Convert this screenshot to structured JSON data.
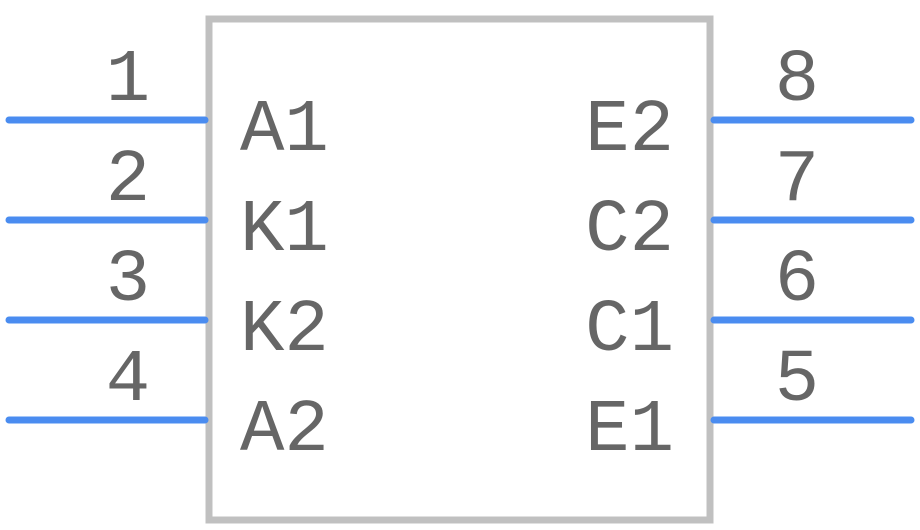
{
  "component": {
    "left_pins": [
      {
        "number": "1",
        "name": "A1"
      },
      {
        "number": "2",
        "name": "K1"
      },
      {
        "number": "3",
        "name": "K2"
      },
      {
        "number": "4",
        "name": "A2"
      }
    ],
    "right_pins": [
      {
        "number": "8",
        "name": "E2"
      },
      {
        "number": "7",
        "name": "C2"
      },
      {
        "number": "6",
        "name": "C1"
      },
      {
        "number": "5",
        "name": "E1"
      }
    ]
  },
  "colors": {
    "pin": "#4a8cf0",
    "outline": "#c0c0c0",
    "text": "#666666"
  }
}
